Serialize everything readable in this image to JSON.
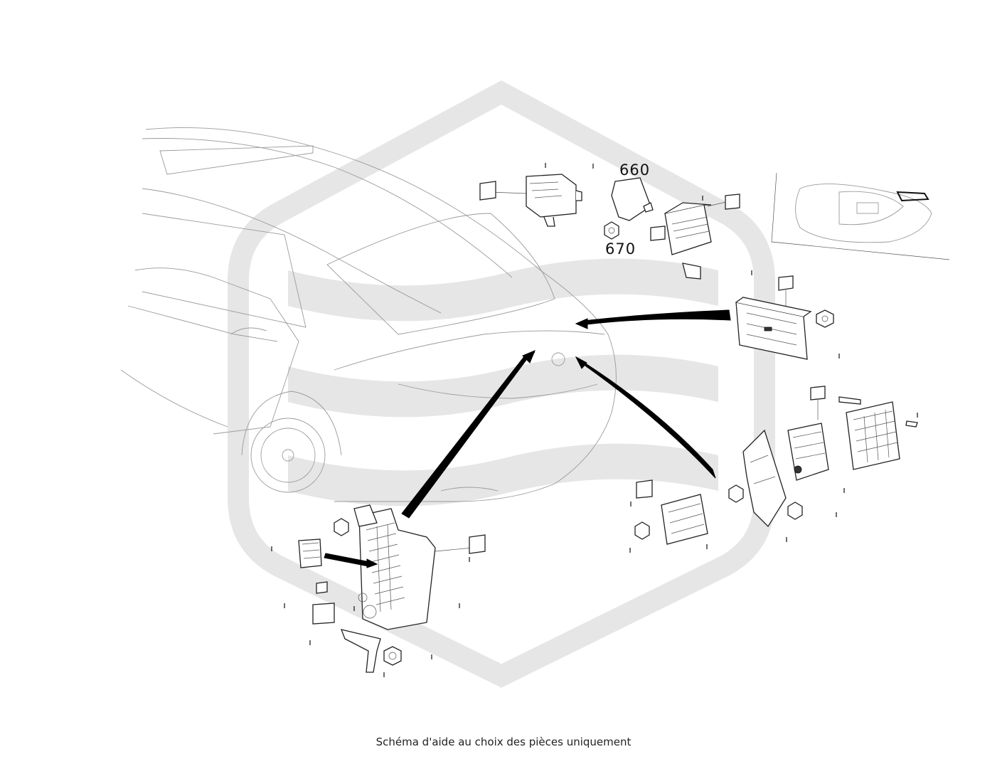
{
  "callouts": {
    "part_660": "660",
    "part_670": "670"
  },
  "caption": "Schéma d'aide au choix des pièces uniquement",
  "colors": {
    "watermark": "#e6e6e6",
    "line_art": "#222222",
    "car_outline": "#9a9a9a"
  }
}
